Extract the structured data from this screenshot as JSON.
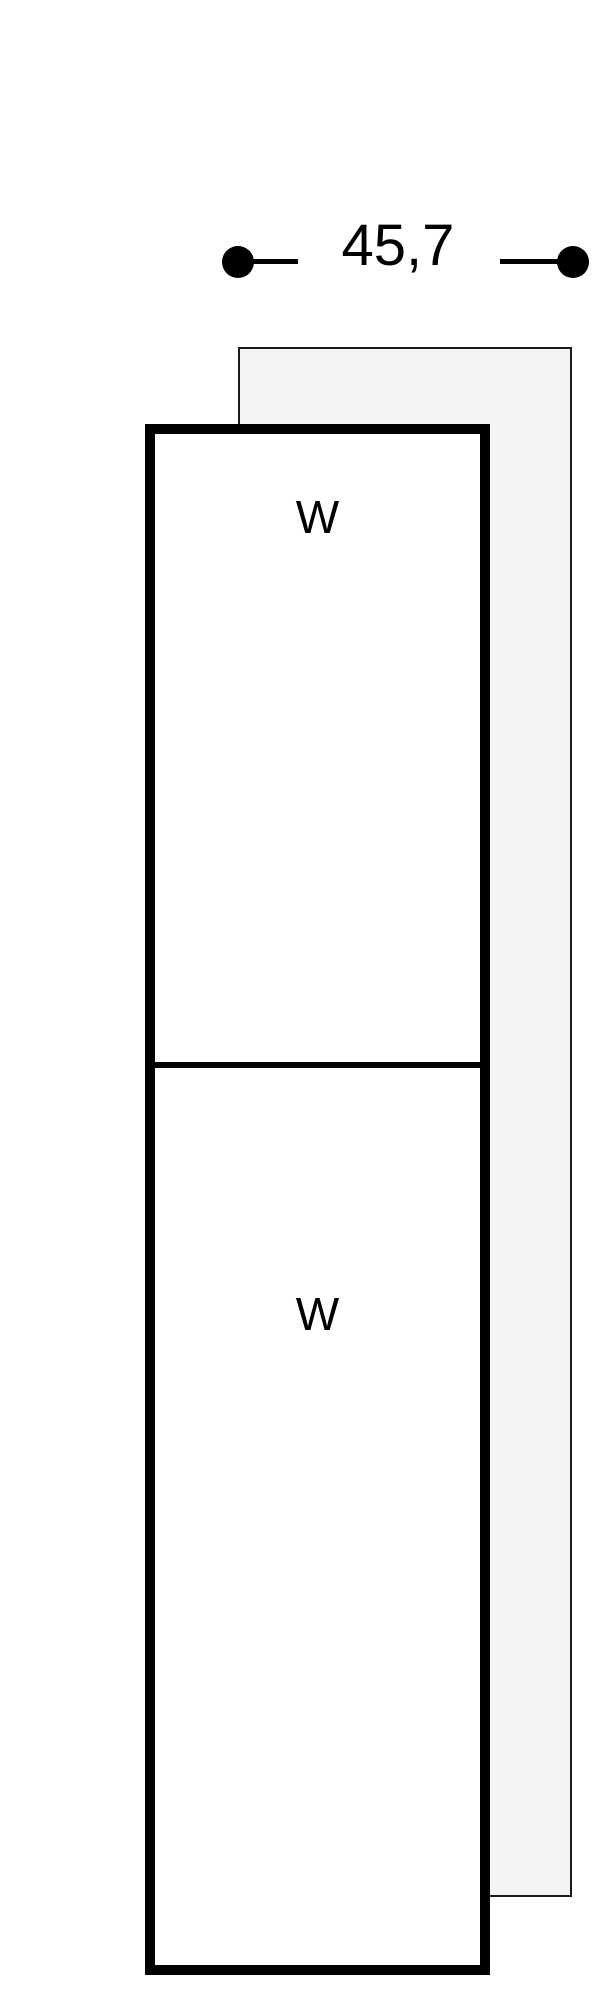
{
  "drawing": {
    "type": "cabinet-elevation",
    "units_note": "",
    "background_color": "#ffffff"
  },
  "dimension": {
    "label": "45,7",
    "marker_left": "dimension-endpoint-dot",
    "marker_right": "dimension-endpoint-dot",
    "line_color": "#000000",
    "text_color": "#000000"
  },
  "back_panel": {
    "fill_color": "#f4f4f4",
    "stroke_color": "#1a1a1a"
  },
  "cabinet": {
    "fill_color": "#ffffff",
    "stroke_color": "#000000",
    "compartments": [
      {
        "label": "W"
      },
      {
        "label": "W"
      }
    ]
  }
}
